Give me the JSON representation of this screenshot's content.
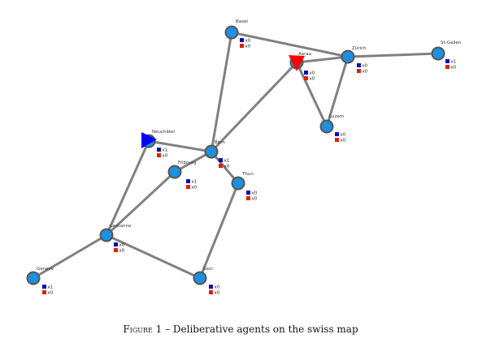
{
  "colors": {
    "edge": "#808080",
    "city": "#1f8fe0",
    "stat_blue": "#0a0ab4",
    "stat_red": "#e02000",
    "agent_blue": "#0000ff",
    "agent_red": "#ff0000"
  },
  "cities": [
    {
      "id": "basel",
      "name": "Basel",
      "stat_blue": "x0",
      "stat_red": "x0"
    },
    {
      "id": "aarau",
      "name": "Aarau",
      "stat_blue": "x0",
      "stat_red": "x0"
    },
    {
      "id": "zurich",
      "name": "Zürich",
      "stat_blue": "x0",
      "stat_red": "x0"
    },
    {
      "id": "stgallen",
      "name": "St-Gallen",
      "stat_blue": "x1",
      "stat_red": "x0"
    },
    {
      "id": "luzern",
      "name": "Luzern",
      "stat_blue": "x0",
      "stat_red": "x0"
    },
    {
      "id": "neuchatel",
      "name": "Neuchâtel",
      "stat_blue": "x1",
      "stat_red": "x0"
    },
    {
      "id": "bern",
      "name": "Bern",
      "stat_blue": "x1",
      "stat_red": "x0"
    },
    {
      "id": "fribourg",
      "name": "Fribourg",
      "stat_blue": "x1",
      "stat_red": "x0"
    },
    {
      "id": "thun",
      "name": "Thun",
      "stat_blue": "x0",
      "stat_red": "x0"
    },
    {
      "id": "lausanne",
      "name": "Lausanne",
      "stat_blue": "x0",
      "stat_red": "x0"
    },
    {
      "id": "geneve",
      "name": "Genève",
      "stat_blue": "x1",
      "stat_red": "x0"
    },
    {
      "id": "sion",
      "name": "Sion",
      "stat_blue": "x0",
      "stat_red": "x0"
    }
  ],
  "edges": [
    [
      "basel",
      "zurich"
    ],
    [
      "basel",
      "bern"
    ],
    [
      "aarau",
      "zurich"
    ],
    [
      "aarau",
      "luzern"
    ],
    [
      "aarau",
      "bern"
    ],
    [
      "zurich",
      "stgallen"
    ],
    [
      "zurich",
      "luzern"
    ],
    [
      "neuchatel",
      "bern"
    ],
    [
      "neuchatel",
      "lausanne"
    ],
    [
      "bern",
      "fribourg"
    ],
    [
      "bern",
      "thun"
    ],
    [
      "fribourg",
      "lausanne"
    ],
    [
      "thun",
      "sion"
    ],
    [
      "lausanne",
      "geneve"
    ],
    [
      "lausanne",
      "sion"
    ]
  ],
  "agents": [
    {
      "id": "blue-agent",
      "at": "neuchatel",
      "color": "blue"
    },
    {
      "id": "red-agent",
      "at": "aarau",
      "color": "red"
    }
  ],
  "caption": {
    "figure": "Figure 1",
    "separator": " – ",
    "text": "Deliberative agents on the swiss map"
  }
}
